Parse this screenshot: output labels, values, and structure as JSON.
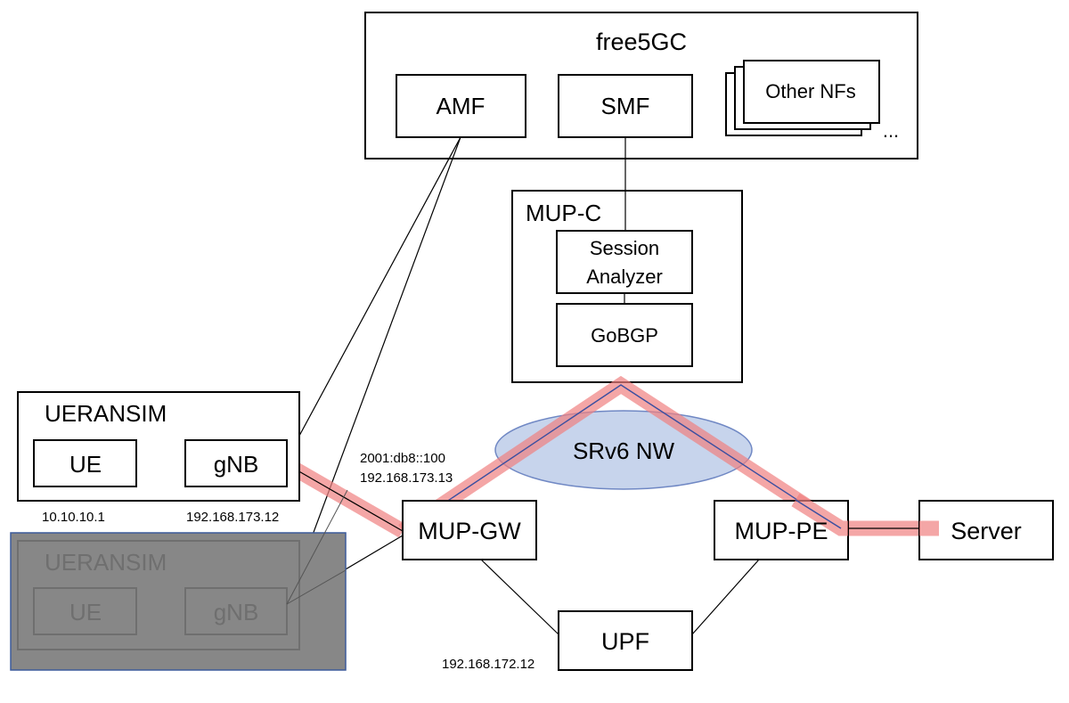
{
  "core": {
    "title": "free5GC",
    "amf": "AMF",
    "smf": "SMF",
    "other_nfs": "Other NFs",
    "ellipsis": "..."
  },
  "mupc": {
    "title": "MUP-C",
    "session_analyzer_line1": "Session",
    "session_analyzer_line2": "Analyzer",
    "gobgp": "GoBGP"
  },
  "ueransim": {
    "title": "UERANSIM",
    "ue": "UE",
    "gnb": "gNB",
    "ue_ip": "10.10.10.1",
    "gnb_ip": "192.168.173.12"
  },
  "ueransim_ghost": {
    "title": "UERANSIM",
    "ue": "UE",
    "gnb": "gNB"
  },
  "network": {
    "srv6": "SRv6 NW",
    "gw_ip_v6": "2001:db8::100",
    "gw_ip_v4": "192.168.173.13"
  },
  "nodes": {
    "mup_gw": "MUP-GW",
    "mup_pe": "MUP-PE",
    "server": "Server",
    "upf": "UPF",
    "upf_ip": "192.168.172.12"
  },
  "colors": {
    "highlight": "#f08080",
    "srv6_fill": "#c7d4ec",
    "srv6_stroke": "#7088c4",
    "ghost_fill": "#878787",
    "ghost_border": "#3c5a9a"
  }
}
